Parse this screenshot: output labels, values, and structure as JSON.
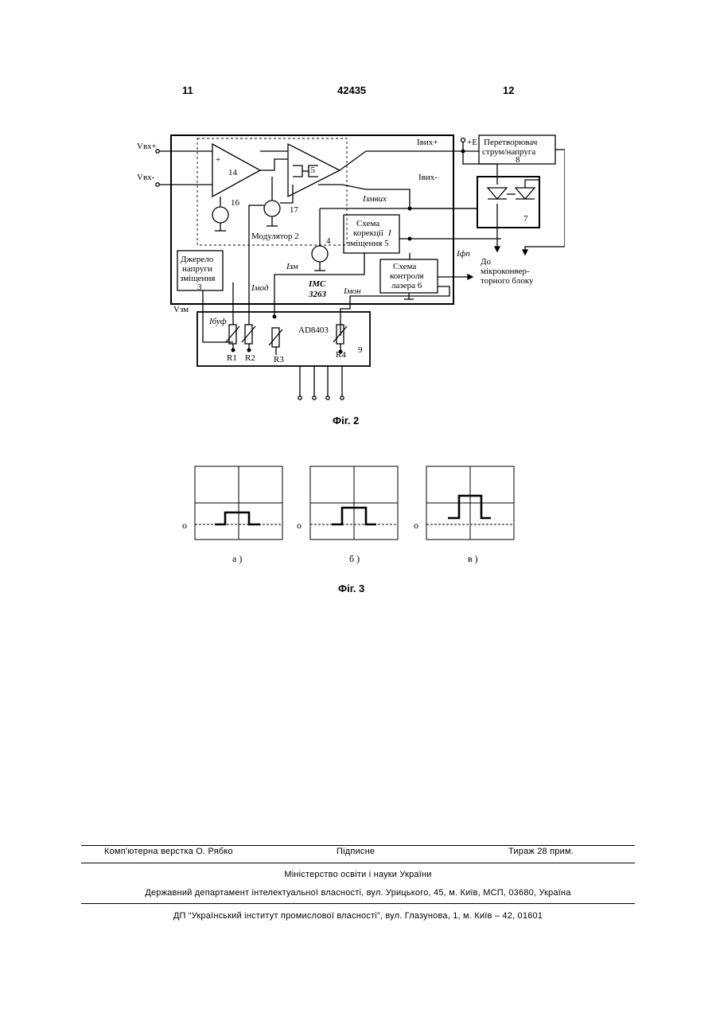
{
  "header": {
    "left_page": "11",
    "patent_no": "42435",
    "right_page": "12"
  },
  "fig2": {
    "caption": "Фіг. 2",
    "ic_label": "IMC",
    "ic_number": "3263",
    "inputs": {
      "vin_plus": "Vвх+",
      "vin_minus": "Vвх-"
    },
    "outputs": {
      "iout_plus": "Iвих+",
      "iout_minus": "Iвих-",
      "supply": "+E"
    },
    "amp_14": "14",
    "amp_15": "15",
    "src_16": "16",
    "src_17": "17",
    "src_4": "4",
    "modulator": "Модулятор 2",
    "block_3": [
      "Джерело",
      "напруги",
      "зміщення",
      "3"
    ],
    "block_5": [
      "Схема",
      "корекції",
      "зміщення 5"
    ],
    "block_5_I": "I",
    "block_6": [
      "Схема",
      "контроля",
      "лазера 6"
    ],
    "block_8": [
      "Перетворювач",
      "струм/напруга",
      "8"
    ],
    "block_7": "7",
    "signals": {
      "izmvykh": "Iзмвих",
      "izm": "Iзм",
      "imod": "Iмод",
      "imon": "Iмон",
      "ifp": "Iфп",
      "ibuf": "Iбуф",
      "vzm": "Vзм"
    },
    "chip": "AD8403",
    "chip_no": "9",
    "resistors": [
      "R1",
      "R2",
      "R3",
      "R4"
    ],
    "to_block": [
      "До",
      "мікроконвер-",
      "торного блоку"
    ]
  },
  "fig3": {
    "caption": "Фіг. 3",
    "zero": "о",
    "panels": [
      "а )",
      "б )",
      "в )"
    ]
  },
  "footer": {
    "typesetting": "Комп'ютерна верстка О. Рябко",
    "signed": "Підписне",
    "circulation": "Тираж 28 прим.",
    "ministry": "Міністерство освіти і науки України",
    "department": "Державний департамент інтелектуальної власності, вул. Урицького, 45, м. Київ, МСП, 03680, Україна",
    "institute": "ДП “Український інститут промислової власності”, вул. Глазунова, 1, м. Київ – 42, 01601"
  }
}
